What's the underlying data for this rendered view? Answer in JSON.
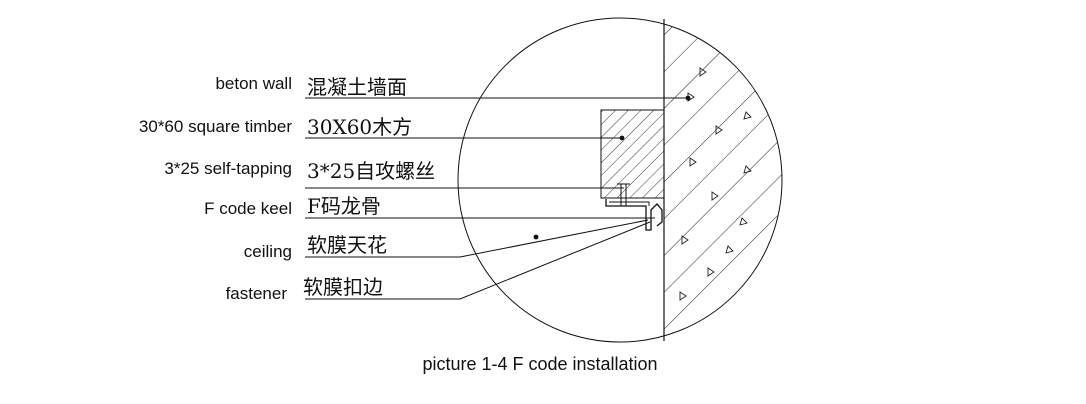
{
  "labels": [
    {
      "en": "beton wall",
      "zh": "混凝土墙面"
    },
    {
      "en": "30*60 square timber",
      "zh": "30X60木方"
    },
    {
      "en": "3*25 self-tapping",
      "zh": "3*25自攻螺丝"
    },
    {
      "en": "F code keel",
      "zh": "F码龙骨"
    },
    {
      "en": "ceiling",
      "zh": "软膜天花"
    },
    {
      "en": "fastener",
      "zh": "软膜扣边"
    }
  ],
  "caption": "picture 1-4 F code installation"
}
